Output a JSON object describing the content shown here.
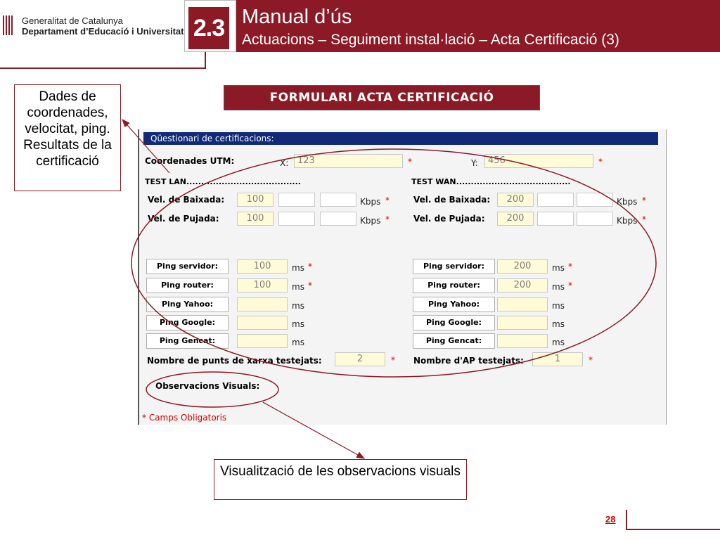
{
  "header": {
    "org_line1": "Generalitat de Catalunya",
    "org_line2": "Departament d’Educació i Universitats",
    "chapter": "2.3",
    "title": "Manual d’ús",
    "subtitle": "Actuacions – Seguiment instal·lació – Acta Certificació (3)",
    "brand_color": "#8b1a26"
  },
  "form_title": "FORMULARI ACTA CERTIFICACIÓ",
  "panel": {
    "header": "Qüestionari de certificacions:",
    "coords_label": "Coordenades UTM:",
    "x_label": "X:",
    "x_value": "123",
    "y_label": "Y:",
    "y_value": "456",
    "required_mark": "*",
    "lan": {
      "title": "TEST LAN.......................................",
      "down_label": "Vel. de Baixada:",
      "down_value": "100",
      "up_label": "Vel. de Pujada:",
      "up_value": "100",
      "unit": "Kbps"
    },
    "wan": {
      "title": "TEST WAN.......................................",
      "down_label": "Vel. de Baixada:",
      "down_value": "200",
      "up_label": "Vel. de Pujada:",
      "up_value": "200",
      "unit": "Kbps"
    },
    "ping_unit": "ms",
    "ping_lan": [
      {
        "label": "Ping servidor:",
        "value": "100"
      },
      {
        "label": "Ping router:",
        "value": "100"
      },
      {
        "label": "Ping Yahoo:",
        "value": ""
      },
      {
        "label": "Ping Google:",
        "value": ""
      },
      {
        "label": "Ping Gencat:",
        "value": ""
      }
    ],
    "ping_wan": [
      {
        "label": "Ping servidor:",
        "value": "200"
      },
      {
        "label": "Ping router:",
        "value": "200"
      },
      {
        "label": "Ping Yahoo:",
        "value": ""
      },
      {
        "label": "Ping Google:",
        "value": ""
      },
      {
        "label": "Ping Gencat:",
        "value": ""
      }
    ],
    "net_points_label": "Nombre de punts de xarxa testejats:",
    "net_points_value": "2",
    "ap_label": "Nombre d'AP testejats:",
    "ap_value": "1",
    "observations_label": "Observacions Visuals:",
    "required_note": "* Camps Obligatoris"
  },
  "callouts": {
    "left": "Dades de coordenades, velocitat, ping. Resultats de la certificació",
    "bottom": "Visualització de les observacions visuals"
  },
  "page_number": "28"
}
